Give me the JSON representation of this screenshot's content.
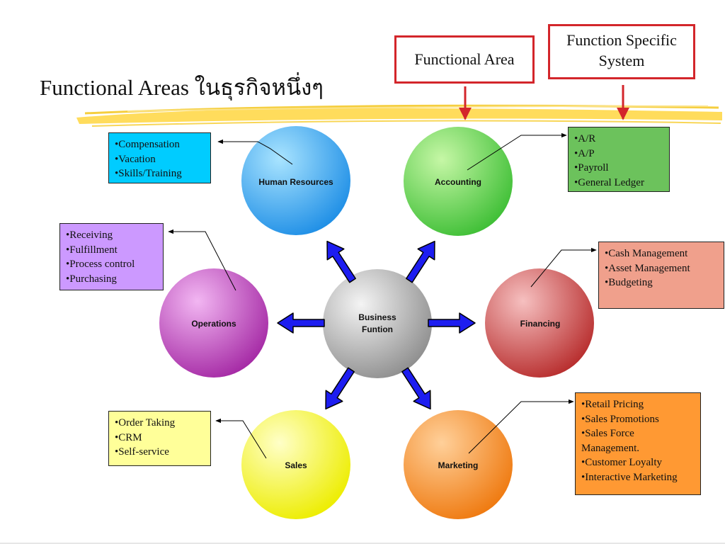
{
  "title": "Functional Areas ในธุรกิจหนึ่งๆ",
  "callouts": {
    "functional_area": "Functional Area",
    "function_specific_line1": "Function Specific",
    "function_specific_line2": "System"
  },
  "center": {
    "line1": "Business",
    "line2": "Funtion"
  },
  "areas": {
    "hr": "Human Resources",
    "accounting": "Accounting",
    "operations": "Operations",
    "financing": "Financing",
    "sales": "Sales",
    "marketing": "Marketing"
  },
  "lists": {
    "hr": [
      "•Compensation",
      "•Vacation",
      "•Skills/Training"
    ],
    "accounting": [
      "•A/R",
      "•A/P",
      "•Payroll",
      "•General Ledger"
    ],
    "operations": [
      "•Receiving",
      "•Fulfillment",
      "•Process control",
      "•Purchasing"
    ],
    "financing": [
      "•Cash Management",
      "•Asset Management",
      "•Budgeting"
    ],
    "sales": [
      "•Order Taking",
      "•CRM",
      "•Self-service"
    ],
    "marketing": [
      "•Retail Pricing",
      "•Sales Promotions",
      "•Sales Force",
      "Management.",
      "•Customer Loyalty",
      "•Interactive Marketing"
    ]
  },
  "colors": {
    "hr_box": "#00ccff",
    "accounting_box": "#6cc25c",
    "operations_box": "#cc99ff",
    "financing_box": "#f0a08c",
    "sales_box": "#ffff99",
    "marketing_box": "#ff9933",
    "callout_border": "#d3262b",
    "arrow_fill": "#1d1df0"
  }
}
